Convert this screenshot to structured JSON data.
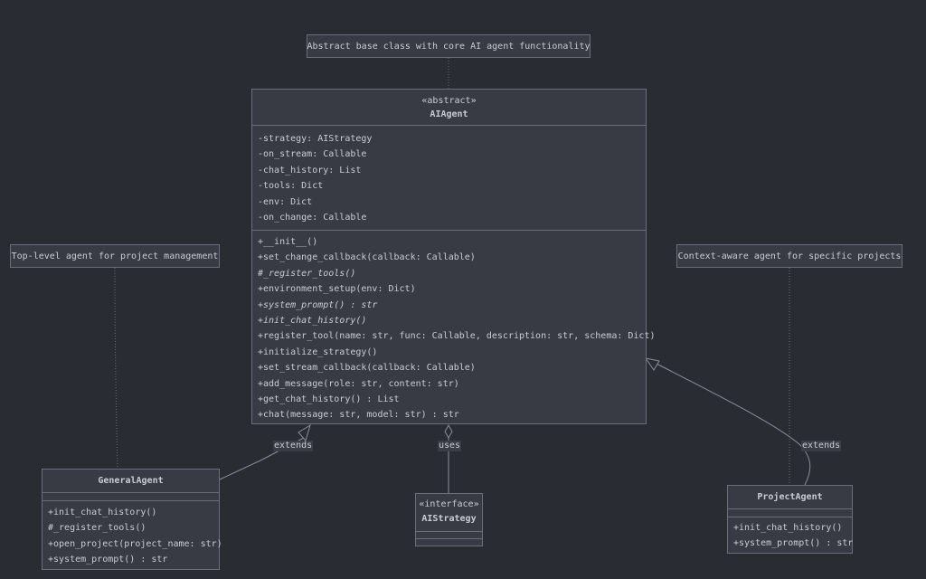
{
  "notes": {
    "aiagent": "Abstract base class with core AI agent functionality",
    "general": "Top-level agent for project management",
    "project": "Context-aware agent for specific projects"
  },
  "classes": {
    "aiagent": {
      "stereotype": "«abstract»",
      "name": "AIAgent",
      "attributes": [
        "-strategy: AIStrategy",
        "-on_stream: Callable",
        "-chat_history: List",
        "-tools: Dict",
        "-env: Dict",
        "-on_change: Callable"
      ],
      "methods": [
        "+__init__()",
        "+set_change_callback(callback: Callable)",
        "#_register_tools()",
        "+environment_setup(env: Dict)",
        "+system_prompt() : str",
        "+init_chat_history()",
        "+register_tool(name: str, func: Callable, description: str, schema: Dict)",
        "+initialize_strategy()",
        "+set_stream_callback(callback: Callable)",
        "+add_message(role: str, content: str)",
        "+get_chat_history() : List",
        "+chat(message: str, model: str) : str"
      ]
    },
    "general": {
      "name": "GeneralAgent",
      "methods": [
        "+init_chat_history()",
        "#_register_tools()",
        "+open_project(project_name: str)",
        "+system_prompt() : str"
      ]
    },
    "strategy": {
      "stereotype": "«interface»",
      "name": "AIStrategy"
    },
    "project": {
      "name": "ProjectAgent",
      "methods": [
        "+init_chat_history()",
        "+system_prompt() : str"
      ]
    }
  },
  "edges": {
    "extends_left": "extends",
    "uses": "uses",
    "extends_right": "extends"
  },
  "colors": {
    "background": "#2a2c33",
    "box_fill": "#383b44",
    "box_stroke": "#6a6e78",
    "text": "#c9ccd2"
  }
}
